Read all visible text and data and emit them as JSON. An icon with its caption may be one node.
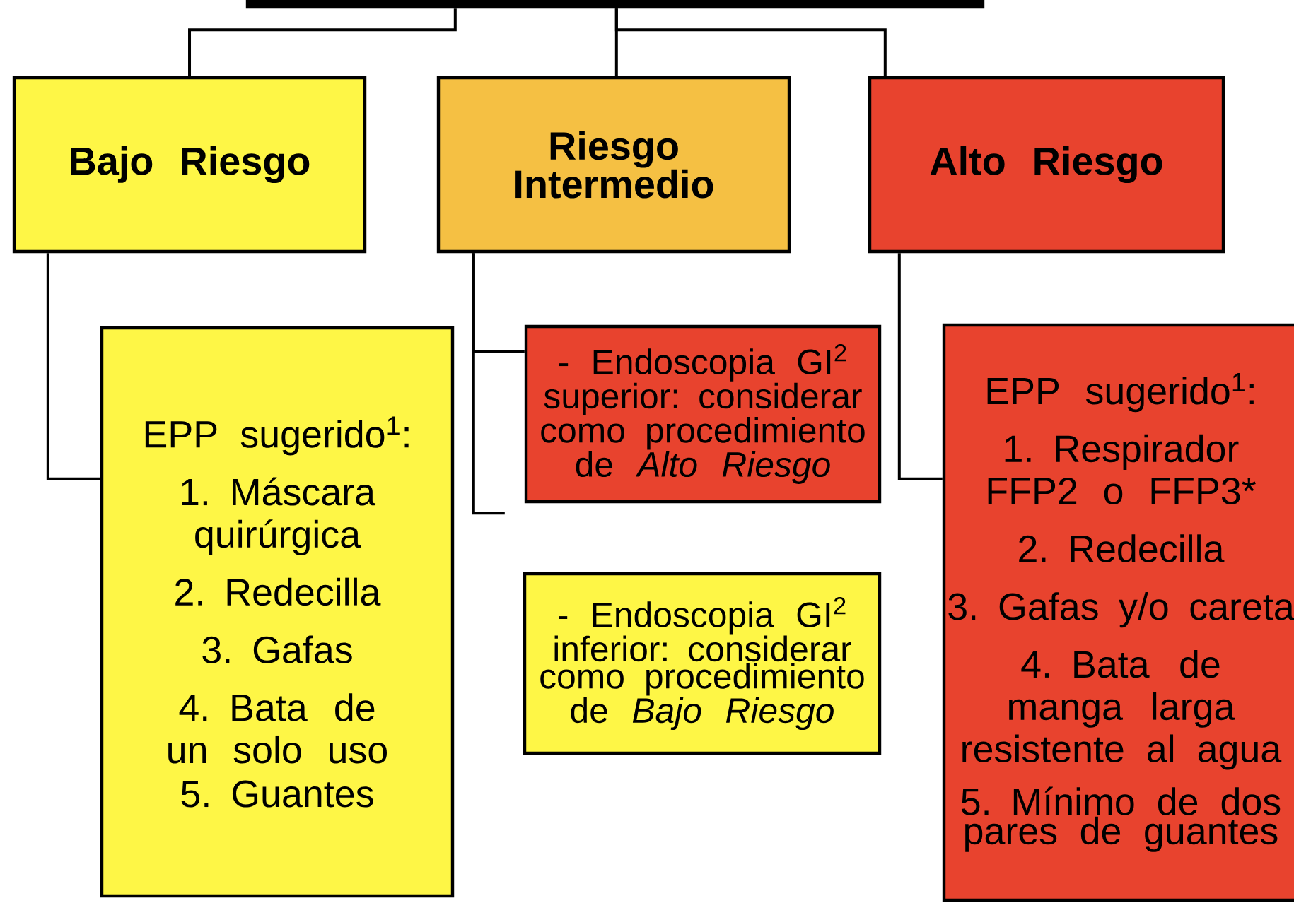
{
  "diagram": {
    "nodes": [
      {
        "text": [],
        "shape": "bar"
      },
      {
        "text": [
          "Bajo Riesgo"
        ]
      },
      {
        "text": [
          "Riesgo Intermedio"
        ]
      },
      {
        "text": [
          "Alto Riesgo"
        ]
      },
      {
        "text": [
          "EPP sugerido$^{1}$:",
          "1. Máscara quirúrgica",
          "2. Redecilla",
          "3. Gafas",
          "4. Bata de un solo uso",
          "5. Guantes"
        ]
      },
      {
        "text": [
          "- Endoscopia GI$^{2}$ superior: considerar como procedimiento de *Alto Riesgo*"
        ]
      },
      {
        "text": [
          "- Endoscopia GI$^{2}$ inferior: considerar como procedimiento de *Bajo Riesgo*"
        ]
      },
      {
        "text": [
          "EPP sugerido$^{1}$:",
          "1. Respirador FFP2 o FFP3*",
          "2. Redecilla",
          "3. Gafas y/o careta",
          "4. Bata de manga larga resistente al agua",
          "5. Mínimo de dos pares de guantes"
        ]
      }
    ],
    "edges": [
      {
        "from": 0,
        "to": 1,
        "arrow": "none"
      },
      {
        "from": 0,
        "to": 2,
        "arrow": "none"
      },
      {
        "from": 0,
        "to": 3,
        "arrow": "none"
      },
      {
        "from": 1,
        "to": 4,
        "arrow": "none"
      },
      {
        "from": 2,
        "to": 5,
        "arrow": "none"
      },
      {
        "from": 2,
        "to": null,
        "arrow": "none"
      },
      {
        "from": 3,
        "to": 7,
        "arrow": "none"
      }
    ]
  }
}
